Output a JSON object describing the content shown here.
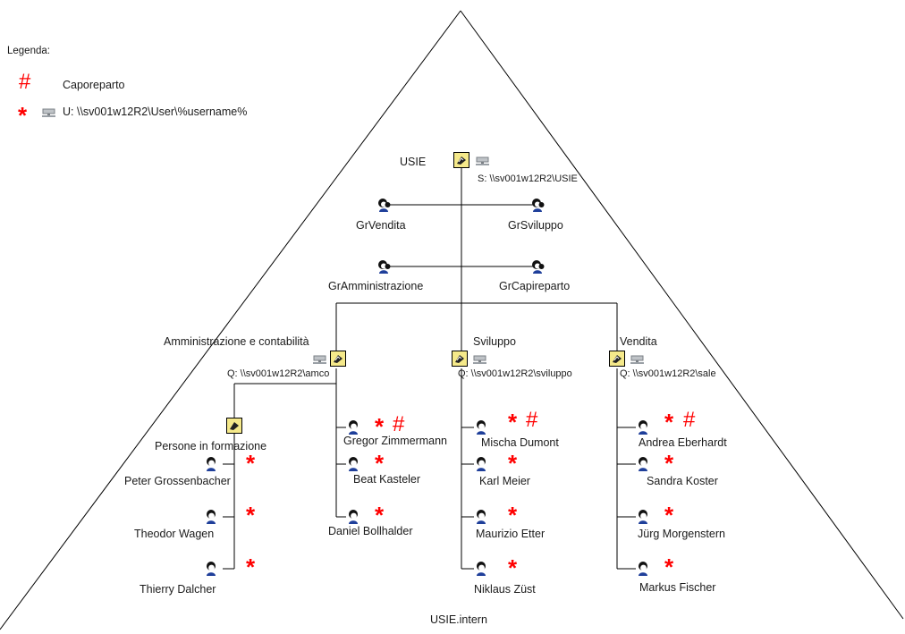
{
  "legend": {
    "title": "Legenda:",
    "entries": [
      {
        "symbol": "#",
        "text": "Caporeparto"
      },
      {
        "symbol": "*",
        "text": "U: \\\\sv001w12R2\\User\\%username%"
      }
    ]
  },
  "domain_label": "USIE.intern",
  "root": {
    "label": "USIE",
    "share": "S: \\\\sv001w12R2\\USIE"
  },
  "groups": [
    {
      "label": "GrVendita",
      "icon": "group-icon"
    },
    {
      "label": "GrSviluppo",
      "icon": "group-icon"
    },
    {
      "label": "GrAmministrazione",
      "icon": "group-icon"
    },
    {
      "label": "GrCapireparto",
      "icon": "group-icon"
    }
  ],
  "departments": [
    {
      "label": "Amministrazione e contabilità",
      "share": "Q: \\\\sv001w12R2\\amco",
      "members": [
        {
          "name": "Gregor Zimmermann",
          "home": true,
          "head": true
        },
        {
          "name": "Beat Kasteler",
          "home": true,
          "head": false
        },
        {
          "name": "Daniel Bollhalder",
          "home": true,
          "head": false
        }
      ]
    },
    {
      "label": "Sviluppo",
      "share": "Q: \\\\sv001w12R2\\sviluppo",
      "members": [
        {
          "name": "Mischa Dumont",
          "home": true,
          "head": true
        },
        {
          "name": "Karl Meier",
          "home": true,
          "head": false
        },
        {
          "name": "Maurizio Etter",
          "home": true,
          "head": false
        },
        {
          "name": "Niklaus Züst",
          "home": true,
          "head": false
        }
      ]
    },
    {
      "label": "Vendita",
      "share": "Q: \\\\sv001w12R2\\sale",
      "members": [
        {
          "name": "Andrea Eberhardt",
          "home": true,
          "head": true
        },
        {
          "name": "Sandra Koster",
          "home": true,
          "head": false
        },
        {
          "name": "Jürg Morgenstern",
          "home": true,
          "head": false
        },
        {
          "name": "Markus Fischer",
          "home": true,
          "head": false
        }
      ]
    }
  ],
  "trainees": {
    "label": "Persone in formazione",
    "members": [
      {
        "name": "Peter Grossenbacher",
        "home": true,
        "head": false
      },
      {
        "name": "Theodor Wagen",
        "home": true,
        "head": false
      },
      {
        "name": "Thierry Dalcher",
        "home": true,
        "head": false
      }
    ]
  },
  "colors": {
    "marker": "#ff0000",
    "folder": "#f5e98a",
    "line": "#000000"
  }
}
